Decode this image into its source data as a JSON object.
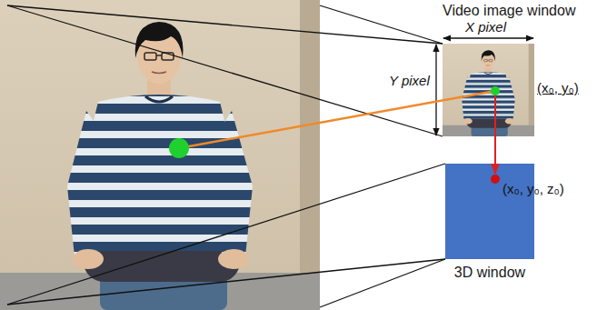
{
  "diagram": {
    "nodes": [
      {
        "text": [
          "Video image window"
        ]
      },
      {
        "text": [
          "3D window"
        ]
      }
    ],
    "edges": [
      {
        "from": 0,
        "to": 1,
        "arrow": "to"
      }
    ],
    "labels": [
      "X pixel",
      "Y pixel",
      "(x₀, y₀)",
      "(x₀, y₀, z₀)"
    ]
  }
}
